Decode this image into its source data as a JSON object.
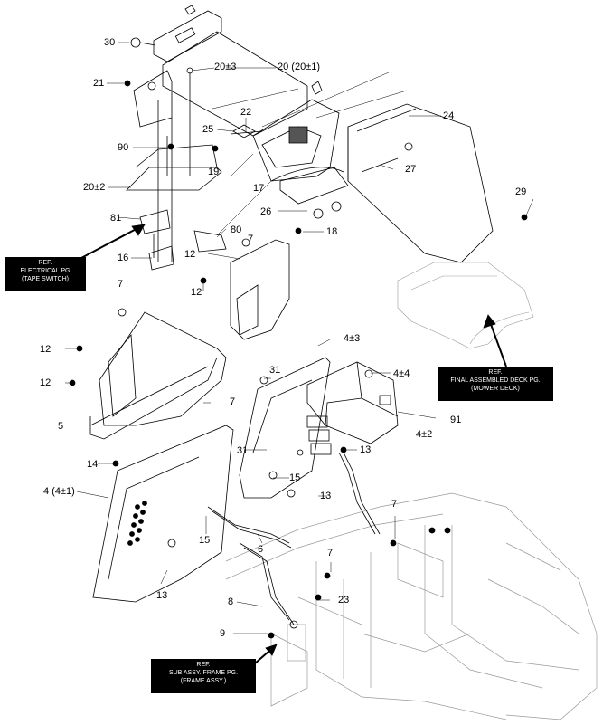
{
  "diagram": {
    "callouts": {
      "c30": "30",
      "c20r3": "20±3",
      "c20": "20 (20±1)",
      "c21": "21",
      "c22": "22",
      "c25": "25",
      "c24": "24",
      "c90": "90",
      "c19": "19",
      "c27": "27",
      "c20r2": "20±2",
      "c17": "17",
      "c29": "29",
      "c81": "81",
      "c26": "26",
      "c18": "18",
      "c80": "80",
      "c16": "16",
      "c7a": "7",
      "c12a": "12",
      "c7b": "7",
      "c12b": "12",
      "c4r3": "4±3",
      "c12c": "12",
      "c31a": "31",
      "c4r4": "4±4",
      "c12d": "12",
      "c7c": "7",
      "c5": "5",
      "c91": "91",
      "c4r2": "4±2",
      "c31b": "31",
      "c13a": "13",
      "c14": "14",
      "c15a": "15",
      "c4r1": "4 (4±1)",
      "c13b": "13",
      "c7d": "7",
      "c15b": "15",
      "c6": "6",
      "c7e": "7",
      "c13c": "13",
      "c8": "8",
      "c23": "23",
      "c9": "9"
    },
    "refs": {
      "electrical": [
        "REF.",
        "ELECTRICAL PG",
        "(TAPE SWITCH)"
      ],
      "mower": [
        "REF.",
        "FINAL ASSEMBLED DECK PG.",
        "(MOWER DECK)"
      ],
      "frame": [
        "REF.",
        "SUB ASSY. FRAME PG.",
        "(FRAME ASSY.)"
      ]
    }
  }
}
